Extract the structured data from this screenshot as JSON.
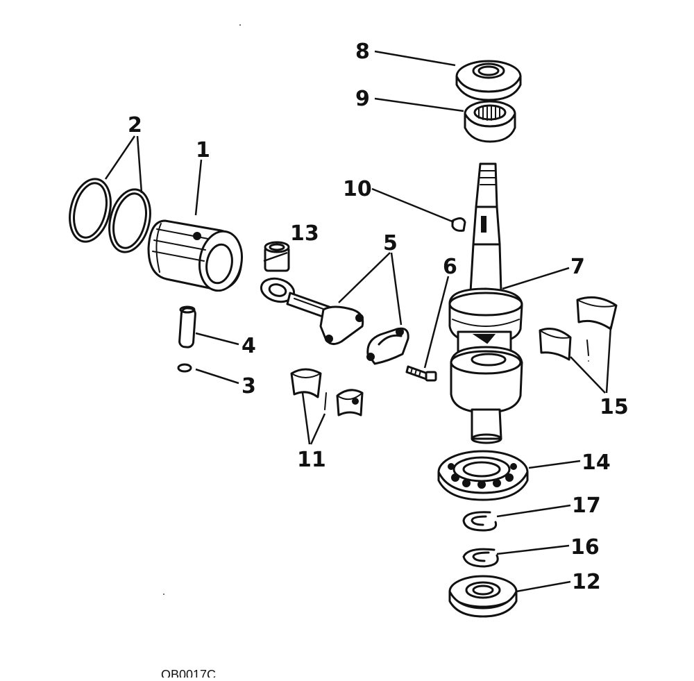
{
  "figure_code": "OB0017C",
  "parts": [
    {
      "number": "1"
    },
    {
      "number": "2"
    },
    {
      "number": "3"
    },
    {
      "number": "4"
    },
    {
      "number": "5"
    },
    {
      "number": "6"
    },
    {
      "number": "7"
    },
    {
      "number": "8"
    },
    {
      "number": "9"
    },
    {
      "number": "10"
    },
    {
      "number": "11"
    },
    {
      "number": "12"
    },
    {
      "number": "13"
    },
    {
      "number": "14"
    },
    {
      "number": "15"
    },
    {
      "number": "16"
    },
    {
      "number": "17"
    }
  ]
}
